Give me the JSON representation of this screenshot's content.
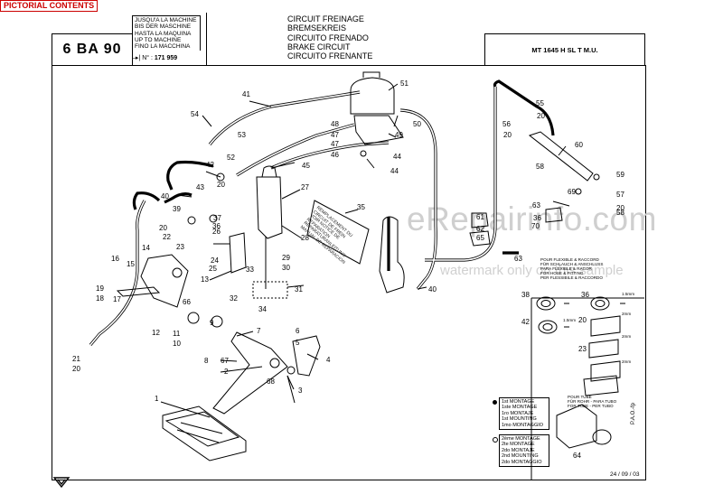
{
  "header": {
    "contents_tag": "PICTORIAL CONTENTS",
    "ref": "6 BA 90",
    "machine_limit": [
      "JUSQU'A LA MACHINE",
      "BIS DER MASCHINE",
      "HASTA LA MAQUINA",
      "UP TO MACHINE",
      "FINO LA MACCHINA"
    ],
    "serial_prefix": "N° :",
    "serial_number": "171 959",
    "titles": [
      "CIRCUIT FREINAGE",
      "BREMSEKREIS",
      "CIRCUITO FRENADO",
      "BRAKE CIRCUIT",
      "CIRCUITO FRENANTE"
    ],
    "model": "MT 1645 H SL T M.U."
  },
  "watermark": {
    "site": "eRepairinfo.com",
    "sample": "watermark only on this sample"
  },
  "footer": {
    "date": "24 / 09 / 03",
    "pao": "P.A.O.-fp"
  },
  "legend_first": [
    "1st MONTAGE",
    "1ste MONTAGE",
    "1ro MONTAJE",
    "1st MOUNTING",
    "1mo MONTAGGIO"
  ],
  "legend_second": [
    "2ème MONTAGE",
    "2te MONTAGE",
    "2do MONTAJE",
    "2nd MOUNTING",
    "2do MONTAGGIO"
  ],
  "tube_note_top": [
    "POUR FLEXIBLE & RACCORD",
    "FÜR SCHLAUCH & ANSCHLUSS",
    "PARA FLEXIBLE & RACOR",
    "FOR HOSE & FITTING",
    "PER FLESSIBILE & RACCORDO"
  ],
  "tube_note_bottom": [
    "POUR TUBE",
    "FÜR ROHR - PARA TUBO",
    "FOR TUBE - PER TUBO"
  ],
  "warning_plate": [
    "REMPLACEMENT DU",
    "CIRCUIT DE FREIN",
    "VOIR NOTICE DE",
    "REPARATION",
    "REPARATURANLEITUNG",
    "MANUAL DE REPARACION"
  ],
  "callouts": {
    "1": "1",
    "2": "2",
    "3": "3",
    "4": "4",
    "5": "5",
    "6": "6",
    "7": "7",
    "8": "8",
    "9": "9",
    "10": "10",
    "11": "11",
    "12": "12",
    "13": "13",
    "14": "14",
    "15": "15",
    "16": "16",
    "17": "17",
    "18": "18",
    "19": "19",
    "20": "20",
    "21": "21",
    "22": "22",
    "23": "23",
    "24": "24",
    "25": "25",
    "26": "26",
    "27": "27",
    "28": "28",
    "29": "29",
    "30": "30",
    "31": "31",
    "32": "32",
    "33": "33",
    "34": "34",
    "35": "35",
    "36": "36",
    "37": "37",
    "38": "38",
    "39": "39",
    "40": "40",
    "41": "41",
    "42": "42",
    "43": "43",
    "44": "44",
    "45": "45",
    "46": "46",
    "47": "47",
    "48": "48",
    "49": "49",
    "50": "50",
    "51": "51",
    "52": "52",
    "53": "53",
    "54": "54",
    "55": "55",
    "56": "56",
    "57": "57",
    "58": "58",
    "59": "59",
    "60": "60",
    "61": "61",
    "62": "62",
    "63": "63",
    "64": "64",
    "65": "65",
    "66": "66",
    "67": "67",
    "68": "68",
    "69": "69",
    "70": "70"
  },
  "dims": {
    "d1": "1.5mm",
    "d2": "2mm"
  }
}
